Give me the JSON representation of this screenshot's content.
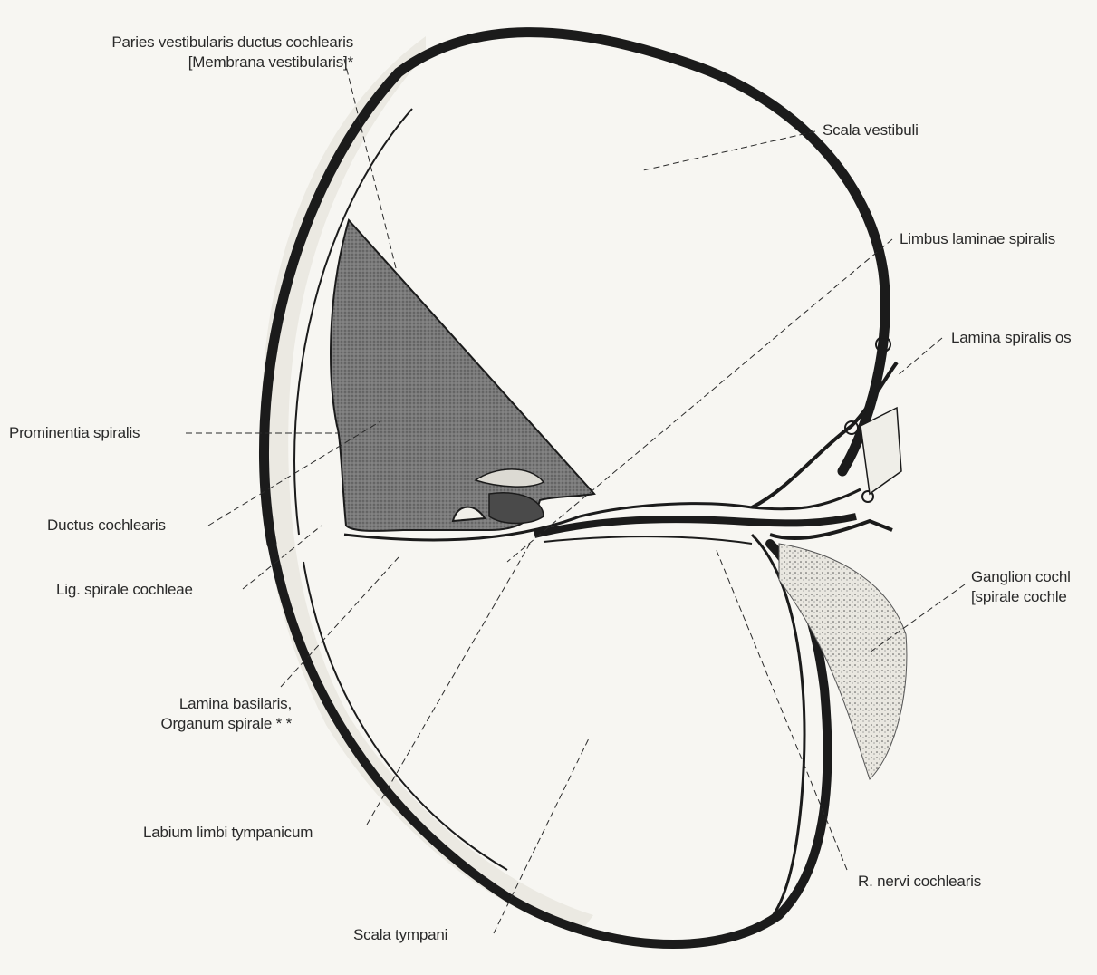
{
  "labels": {
    "paries_line1": "Paries vestibularis ductus cochlearis",
    "paries_line2": "[Membrana vestibularis]*",
    "scala_vestibuli": "Scala vestibuli",
    "limbus": "Limbus laminae spiralis",
    "lamina_spiralis": "Lamina spiralis os",
    "prominentia": "Prominentia spiralis",
    "ductus": "Ductus cochlearis",
    "lig_spirale": "Lig. spirale cochleae",
    "ganglion_line1": "Ganglion cochl",
    "ganglion_line2": "[spirale cochle",
    "lamina_basilaris_line1": "Lamina basilaris,",
    "lamina_basilaris_line2": "Organum spirale * *",
    "labium": "Labium limbi tympanicum",
    "r_nervi": "R. nervi cochlearis",
    "scala_tympani": "Scala tympani"
  },
  "colors": {
    "ink": "#1b1b1b",
    "duct_fill": "#6f6f6f",
    "paper": "#f7f6f2"
  }
}
